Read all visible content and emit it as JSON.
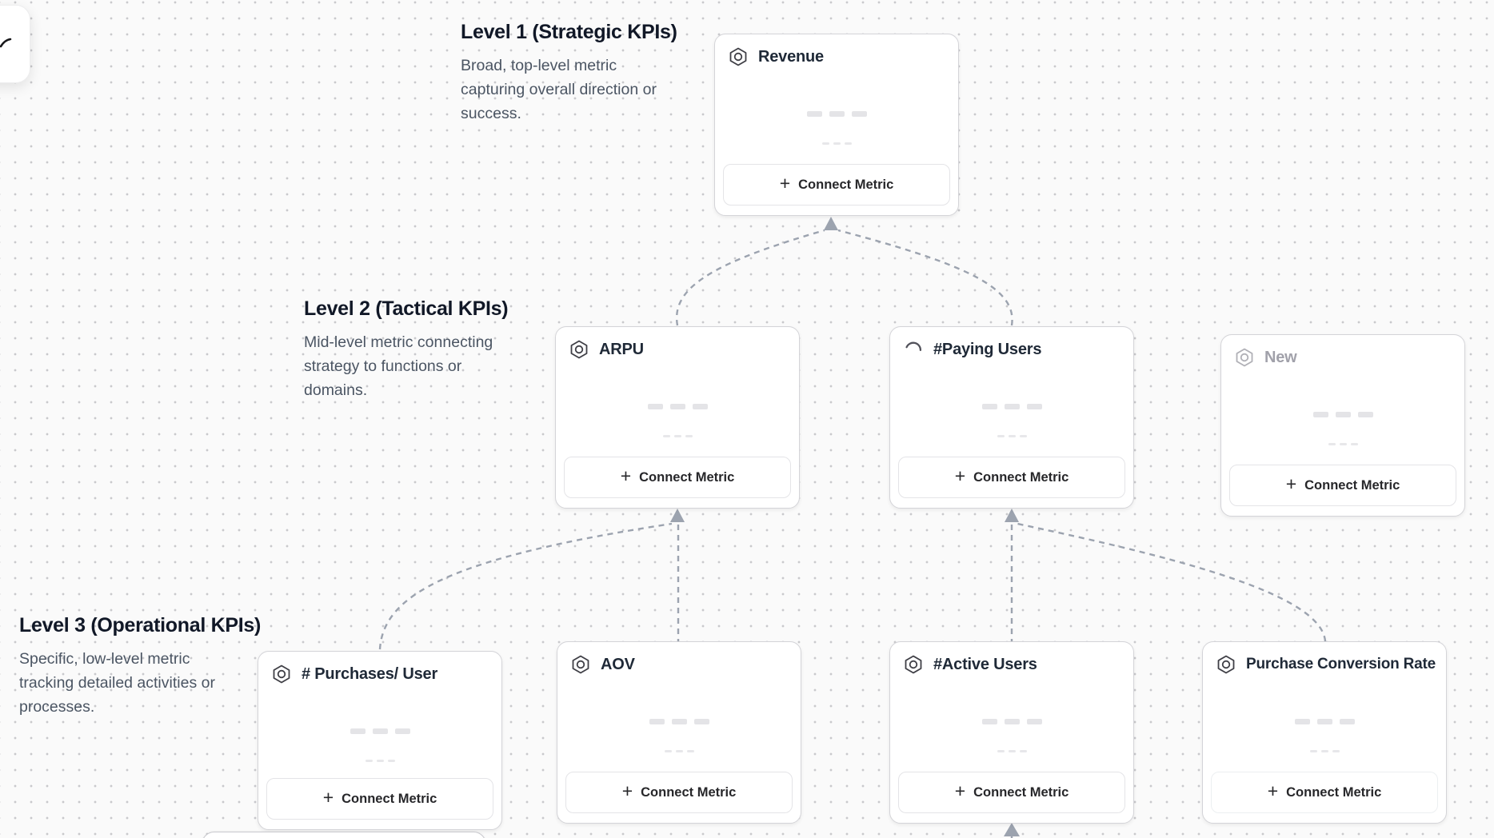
{
  "canvas": {
    "background_color": "#fafafa",
    "dot_grid_color": "#c9c9cc",
    "connector_color": "#9ca3af",
    "card_border_color": "#d4d4d8"
  },
  "sections": [
    {
      "title": "Level 1 (Strategic KPIs)",
      "description": "Broad, top-level metric capturing overall direction or success."
    },
    {
      "title": "Level 2 (Tactical KPIs)",
      "description": "Mid-level metric connecting strategy to functions or domains."
    },
    {
      "title": "Level 3 (Operational KPIs)",
      "description": "Specific, low-level metric tracking detailed activities or processes."
    }
  ],
  "cards": [
    {
      "title": "Revenue",
      "icon": "metric-hexagon-icon",
      "state": "default"
    },
    {
      "title": "ARPU",
      "icon": "metric-hexagon-icon",
      "state": "default"
    },
    {
      "title": "#Paying Users",
      "icon": "loading-spinner-icon",
      "state": "loading"
    },
    {
      "title": "New",
      "icon": "metric-hexagon-icon",
      "state": "placeholder"
    },
    {
      "title": "# Purchases/ User",
      "icon": "metric-hexagon-icon",
      "state": "default"
    },
    {
      "title": "AOV",
      "icon": "metric-hexagon-icon",
      "state": "default"
    },
    {
      "title": "#Active Users",
      "icon": "metric-hexagon-icon",
      "state": "default"
    },
    {
      "title": "Purchase Conversion Rate",
      "icon": "metric-hexagon-icon",
      "state": "default"
    }
  ],
  "connect_metric_label": "Connect Metric",
  "icons": {
    "plus": "+"
  }
}
